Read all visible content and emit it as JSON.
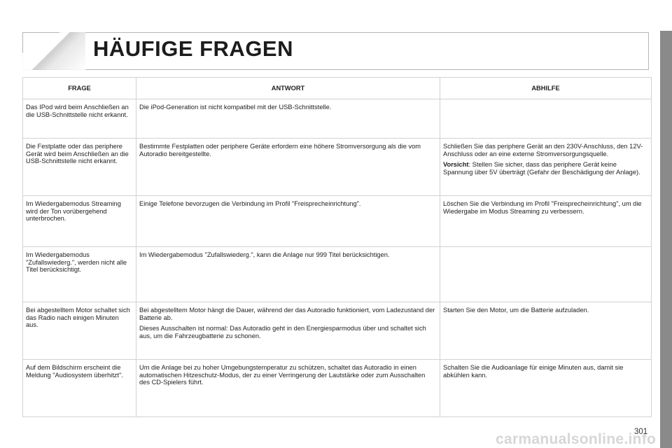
{
  "header": {
    "title": "HÄUFIGE FRAGEN"
  },
  "table": {
    "columns": [
      "FRAGE",
      "ANTWORT",
      "ABHILFE"
    ],
    "rows": [
      {
        "frage": "Das IPod wird beim Anschließen an die USB-Schnittstelle nicht erkannt.",
        "antwort": [
          "Die iPod-Generation ist nicht kompatibel mit der USB-Schnittstelle."
        ],
        "abhilfe": []
      },
      {
        "frage": "Die Festplatte oder das periphere Gerät wird beim Anschließen an die USB-Schnittstelle nicht erkannt.",
        "antwort": [
          "Bestimmte Festplatten oder periphere Geräte erfordern eine höhere Stromversorgung als die vom Autoradio bereitgestellte."
        ],
        "abhilfe": [
          "Schließen Sie das periphere Gerät an den 230V-Anschluss, den 12V-Anschluss oder an eine externe Stromversorgungsquelle."
        ],
        "warning_label": "Vorsicht",
        "warning_text": ": Stellen Sie sicher, dass das periphere Gerät keine Spannung über 5V überträgt (Gefahr der Beschädigung der Anlage)."
      },
      {
        "frage": "Im Wiedergabemodus Streaming wird der Ton vorübergehend unterbrochen.",
        "antwort": [
          "Einige Telefone bevorzugen die Verbindung im Profil \"Freisprecheinrichtung\"."
        ],
        "abhilfe": [
          "Löschen Sie die Verbindung im Profil \"Freisprecheinrichtung\", um die Wiedergabe im Modus Streaming zu verbessern."
        ]
      },
      {
        "frage": "Im Wiedergabemodus \"Zufallswiederg.\", werden nicht alle Titel berücksichtigt.",
        "antwort": [
          "Im Wiedergabemodus \"Zufallswiederg.\", kann die Anlage nur 999 Titel berücksichtigen."
        ],
        "abhilfe": []
      },
      {
        "frage": "Bei abgestelltem Motor schaltet sich das Radio nach einigen Minuten aus.",
        "antwort": [
          "Bei abgestelltem Motor hängt die Dauer, während der das Autoradio funktioniert, vom Ladezustand der Batterie ab.",
          "Dieses Ausschalten ist normal: Das Autoradio geht in den Energiesparmodus über und schaltet sich aus, um die Fahrzeugbatterie zu schonen."
        ],
        "abhilfe": [
          "Starten Sie den Motor, um die Batterie aufzuladen."
        ]
      },
      {
        "frage": "Auf dem Bildschirm erscheint die Meldung \"Audiosystem überhitzt\".",
        "antwort": [
          "Um die Anlage bei zu hoher Umgebungstemperatur zu schützen, schaltet das Autoradio in einen automatischen Hitzeschutz-Modus, der zu einer Verringerung der Lautstärke oder zum Ausschalten des CD-Spielers führt."
        ],
        "abhilfe": [
          "Schalten Sie die Audioanlage für einige Minuten aus, damit sie abkühlen kann."
        ]
      }
    ]
  },
  "footer": {
    "page_number": "301",
    "watermark": "carmanualsonline.info"
  }
}
